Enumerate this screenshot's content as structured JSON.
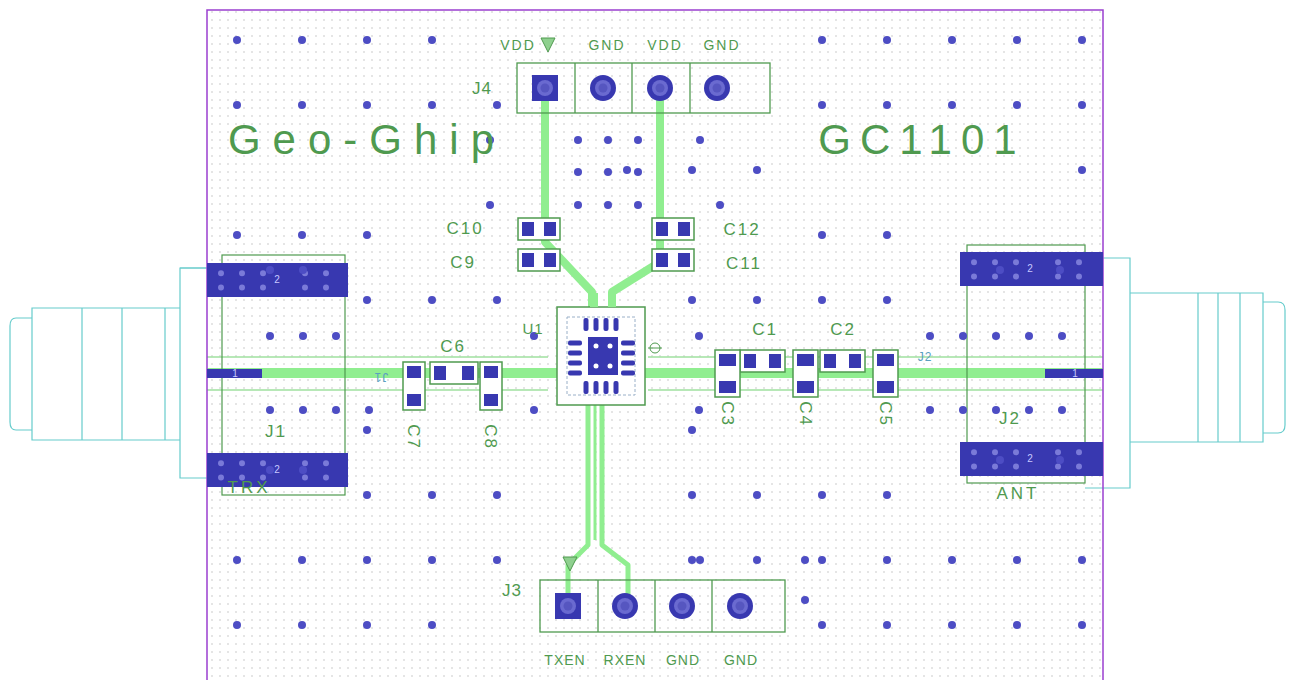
{
  "diagram": {
    "labels": [
      "VDD",
      "GND",
      "VDD",
      "GND",
      "J4",
      "Geo-Ghip",
      "GC1101",
      "C10",
      "C12",
      "C9",
      "C11",
      "U1",
      "C6",
      "C1",
      "C2",
      "J1",
      "J2",
      "1",
      "1",
      "C7",
      "C8",
      "C3",
      "C4",
      "C5",
      "2",
      "2",
      "2",
      "2",
      "J1",
      "J2",
      "TRX",
      "ANT",
      "J3",
      "TXEN",
      "RXEN",
      "GND",
      "GND"
    ]
  }
}
